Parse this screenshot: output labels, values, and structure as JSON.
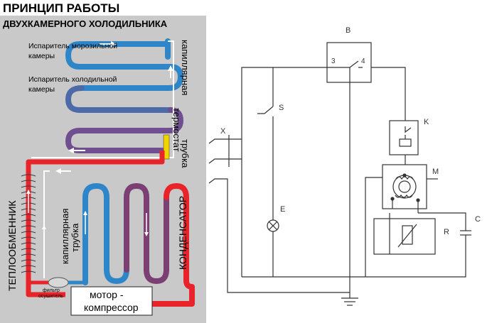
{
  "left_panel": {
    "title_line1": "ПРИНЦИП РАБОТЫ",
    "title_line2": "ДВУХКАМЕРНОГО  ХОЛОДИЛЬНИКА",
    "freezer_evaporator_line1": "Испаритель морозильной",
    "freezer_evaporator_line2": "камеры",
    "fridge_evaporator_line1": "Испаритель холодильной",
    "fridge_evaporator_line2": "камеры",
    "capillary_tube_top_line1": "капиллярная",
    "capillary_tube_top_line2": "трубка",
    "thermostat": "термостат",
    "heat_exchanger": "ТЕПЛООБМЕННИК",
    "capillary_tube_bottom_line1": "капиллярная",
    "capillary_tube_bottom_line2": "трубка",
    "condenser": "КОНДЕНСАТОР",
    "filter_line1": "фильтр",
    "filter_line2": "осушитель",
    "motor_line1": "мотор -",
    "motor_line2": "компрессор",
    "colors": {
      "panel": "#c9c9c9",
      "hot": "#e8232a",
      "cold": "#2e86c8",
      "mid": "#6f4f8f",
      "thermostat": "#f2d400"
    }
  },
  "schematic": {
    "label_B": "В",
    "pin3": "3",
    "pin4": "4",
    "label_S": "S",
    "label_X": "X",
    "label_K": "K",
    "label_M": "M",
    "label_E": "E",
    "label_R": "R",
    "label_C": "C"
  }
}
